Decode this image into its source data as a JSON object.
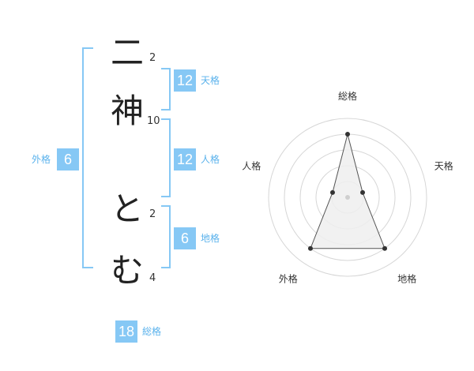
{
  "name_chars": [
    {
      "char": "二",
      "strokes": "2"
    },
    {
      "char": "神",
      "strokes": "10"
    },
    {
      "char": "と",
      "strokes": "2"
    },
    {
      "char": "む",
      "strokes": "4"
    }
  ],
  "kaku": {
    "ten": {
      "value": "12",
      "label": "天格"
    },
    "jin": {
      "value": "12",
      "label": "人格"
    },
    "chi": {
      "value": "6",
      "label": "地格"
    },
    "gai": {
      "value": "6",
      "label": "外格"
    },
    "sou": {
      "value": "18",
      "label": "総格"
    }
  },
  "chart_data": {
    "type": "radar",
    "axes": [
      "総格",
      "天格",
      "地格",
      "外格",
      "人格"
    ],
    "values": [
      0.8,
      0.2,
      0.8,
      0.8,
      0.2
    ],
    "rings": 5,
    "colors": {
      "fill": "#efefef",
      "line": "#555555",
      "ring": "#d6d6d6",
      "point": "#333333"
    }
  }
}
